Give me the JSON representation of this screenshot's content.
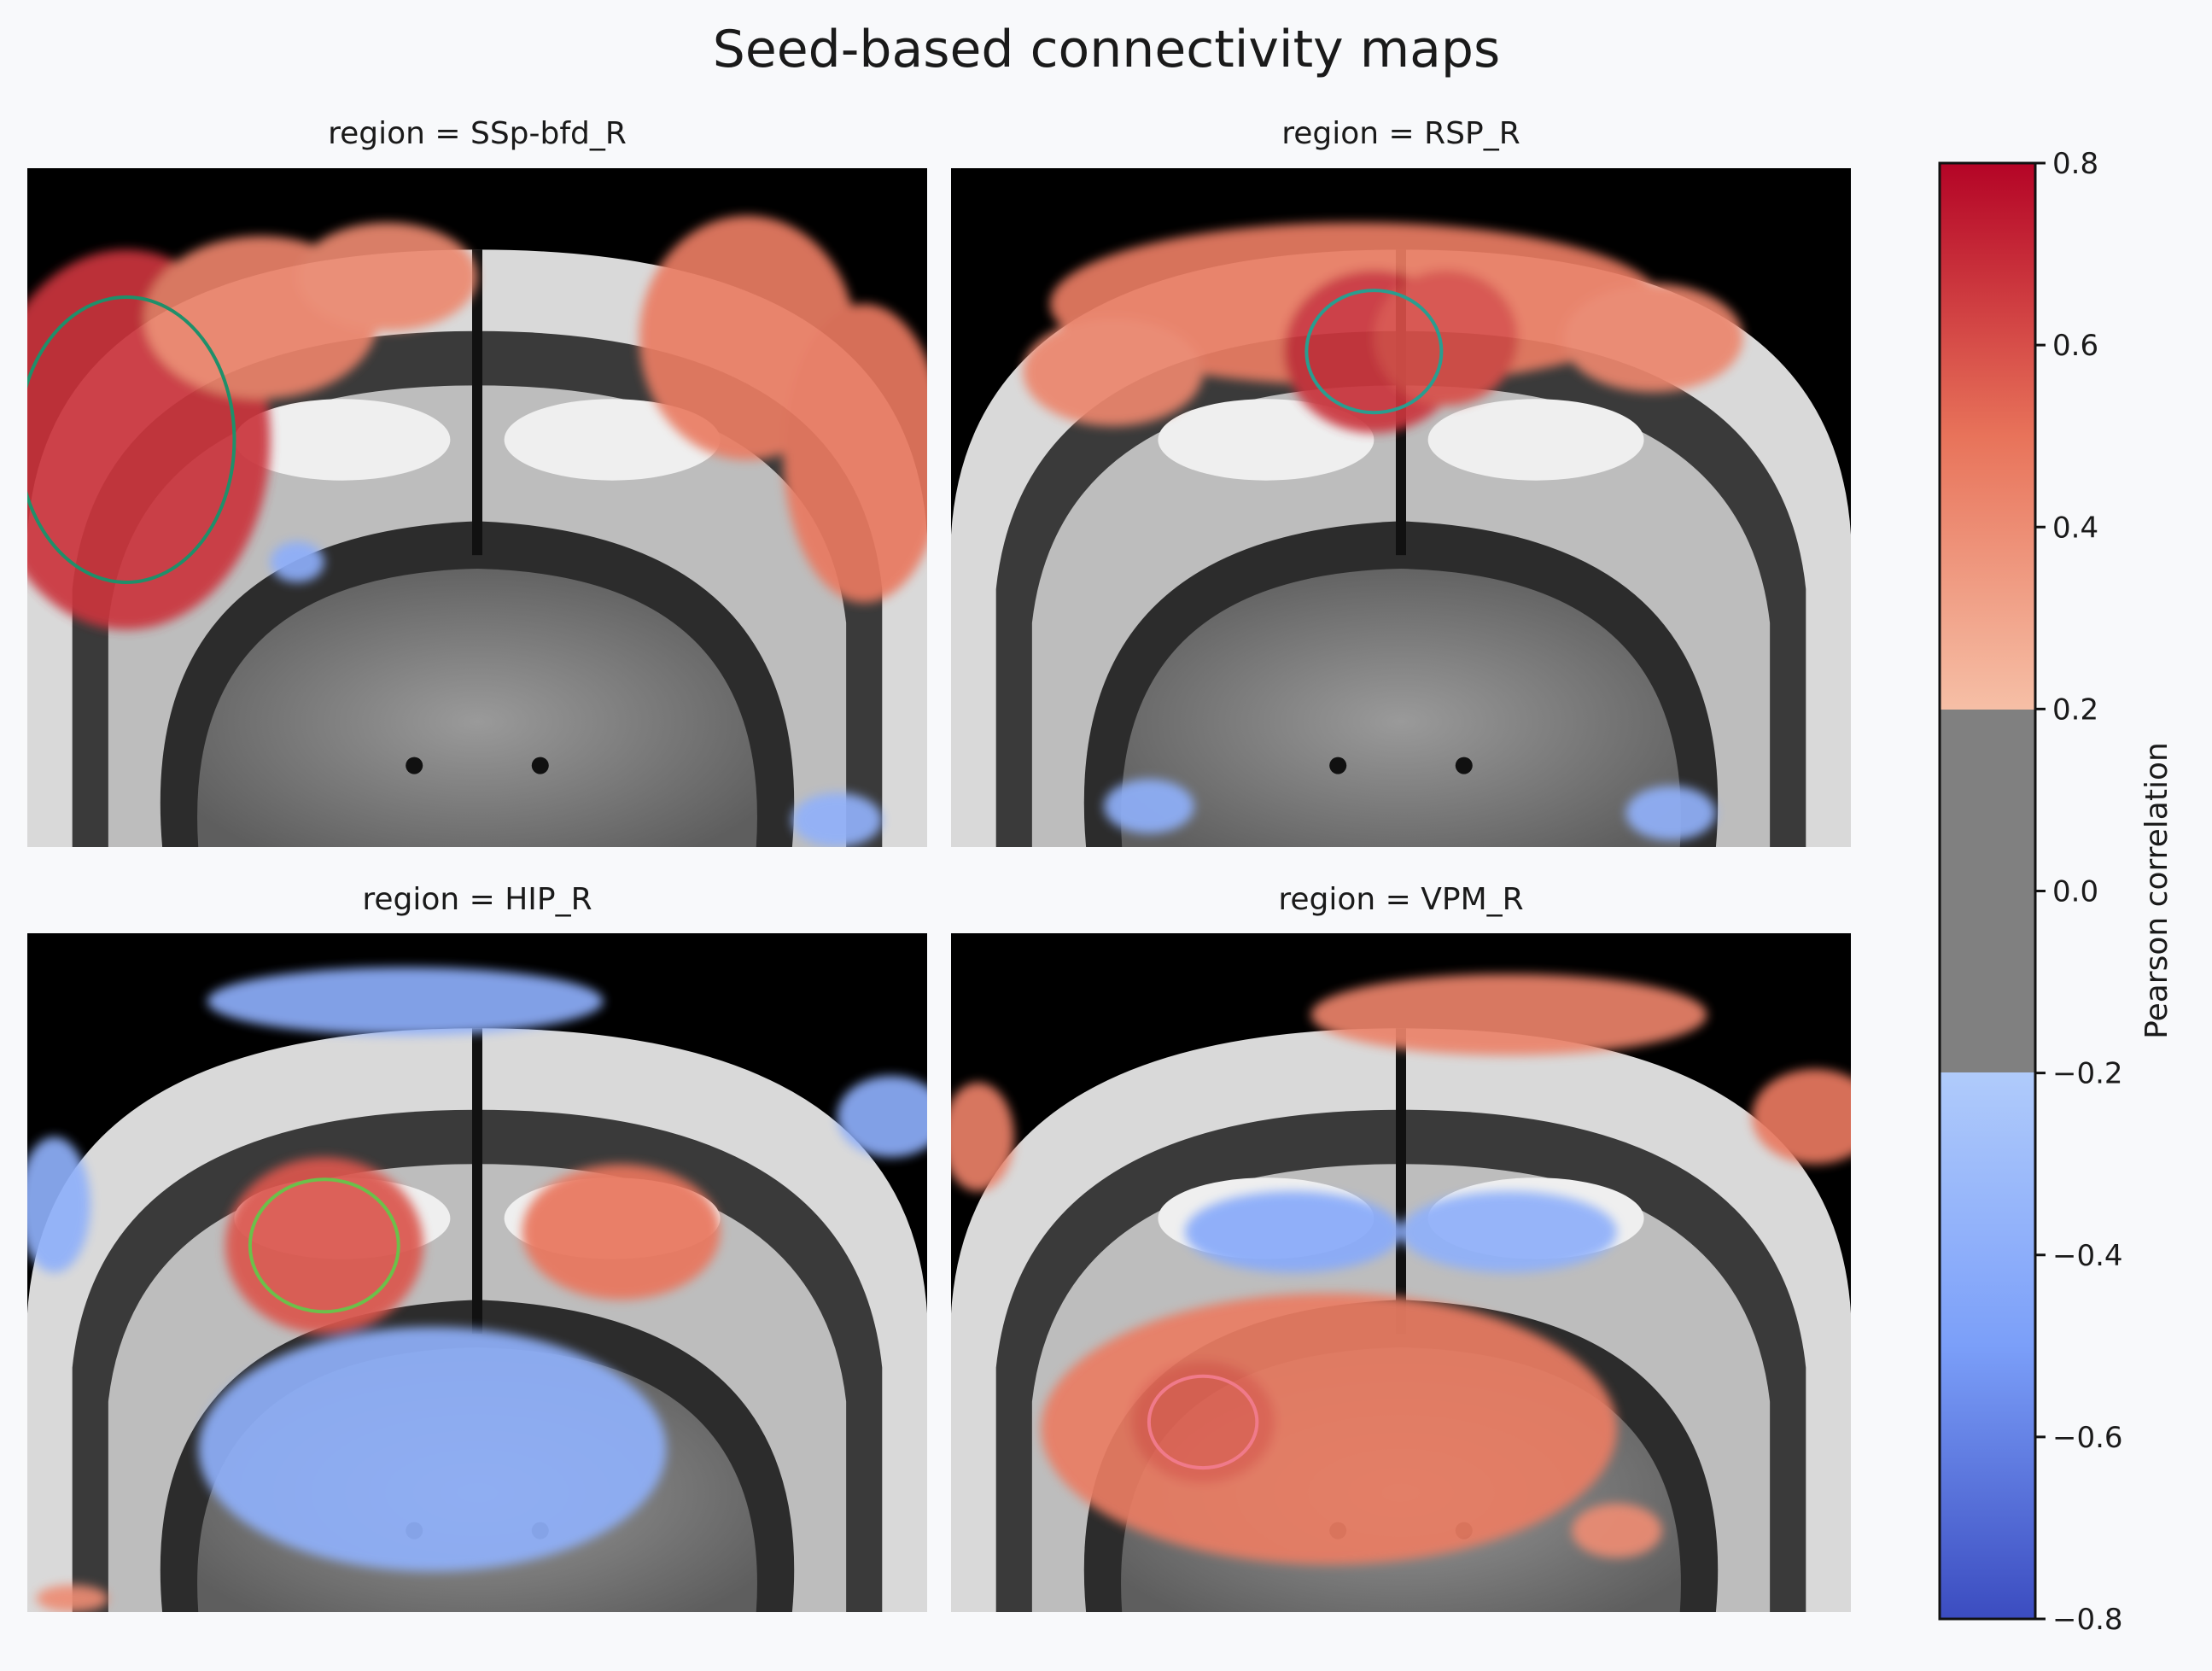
{
  "chart_data": {
    "type": "heatmap",
    "title": "Seed-based connectivity maps",
    "panels": [
      {
        "title": "region = SSp-bfd_R",
        "seed_color": "#1f8f6a",
        "blobs": [
          {
            "cx": 0.11,
            "cy": 0.4,
            "rx": 0.16,
            "ry": 0.28,
            "value": 0.66
          },
          {
            "cx": 0.26,
            "cy": 0.22,
            "rx": 0.13,
            "ry": 0.12,
            "value": 0.38
          },
          {
            "cx": 0.4,
            "cy": 0.16,
            "rx": 0.1,
            "ry": 0.08,
            "value": 0.34
          },
          {
            "cx": 0.8,
            "cy": 0.25,
            "rx": 0.12,
            "ry": 0.18,
            "value": 0.42
          },
          {
            "cx": 0.93,
            "cy": 0.42,
            "rx": 0.09,
            "ry": 0.22,
            "value": 0.44
          },
          {
            "cx": 0.3,
            "cy": 0.58,
            "rx": 0.03,
            "ry": 0.03,
            "value": -0.32
          },
          {
            "cx": 0.9,
            "cy": 0.96,
            "rx": 0.05,
            "ry": 0.04,
            "value": -0.28
          }
        ]
      },
      {
        "title": "region = RSP_R",
        "seed_color": "#2a9d8f",
        "blobs": [
          {
            "cx": 0.45,
            "cy": 0.2,
            "rx": 0.34,
            "ry": 0.12,
            "value": 0.42
          },
          {
            "cx": 0.47,
            "cy": 0.27,
            "rx": 0.1,
            "ry": 0.12,
            "value": 0.66
          },
          {
            "cx": 0.55,
            "cy": 0.25,
            "rx": 0.08,
            "ry": 0.1,
            "value": 0.58
          },
          {
            "cx": 0.18,
            "cy": 0.3,
            "rx": 0.1,
            "ry": 0.08,
            "value": 0.36
          },
          {
            "cx": 0.78,
            "cy": 0.25,
            "rx": 0.1,
            "ry": 0.08,
            "value": 0.36
          },
          {
            "cx": 0.22,
            "cy": 0.94,
            "rx": 0.05,
            "ry": 0.04,
            "value": -0.3
          },
          {
            "cx": 0.8,
            "cy": 0.95,
            "rx": 0.05,
            "ry": 0.04,
            "value": -0.28
          }
        ]
      },
      {
        "title": "region = HIP_R",
        "seed_color": "#6cc04a",
        "blobs": [
          {
            "cx": 0.42,
            "cy": 0.1,
            "rx": 0.22,
            "ry": 0.05,
            "value": -0.32
          },
          {
            "cx": 0.33,
            "cy": 0.46,
            "rx": 0.11,
            "ry": 0.13,
            "value": 0.56
          },
          {
            "cx": 0.66,
            "cy": 0.44,
            "rx": 0.11,
            "ry": 0.1,
            "value": 0.46
          },
          {
            "cx": 0.45,
            "cy": 0.76,
            "rx": 0.26,
            "ry": 0.18,
            "value": -0.3
          },
          {
            "cx": 0.96,
            "cy": 0.27,
            "rx": 0.06,
            "ry": 0.06,
            "value": -0.32
          },
          {
            "cx": 0.03,
            "cy": 0.4,
            "rx": 0.04,
            "ry": 0.1,
            "value": -0.3
          },
          {
            "cx": 0.05,
            "cy": 0.98,
            "rx": 0.04,
            "ry": 0.02,
            "value": 0.32
          }
        ]
      },
      {
        "title": "region = VPM_R",
        "seed_color": "#f07a8a",
        "blobs": [
          {
            "cx": 0.62,
            "cy": 0.12,
            "rx": 0.22,
            "ry": 0.06,
            "value": 0.38
          },
          {
            "cx": 0.96,
            "cy": 0.27,
            "rx": 0.07,
            "ry": 0.07,
            "value": 0.44
          },
          {
            "cx": 0.03,
            "cy": 0.3,
            "rx": 0.04,
            "ry": 0.08,
            "value": 0.4
          },
          {
            "cx": 0.38,
            "cy": 0.44,
            "rx": 0.12,
            "ry": 0.06,
            "value": -0.36
          },
          {
            "cx": 0.62,
            "cy": 0.44,
            "rx": 0.12,
            "ry": 0.06,
            "value": -0.3
          },
          {
            "cx": 0.42,
            "cy": 0.73,
            "rx": 0.32,
            "ry": 0.2,
            "value": 0.42
          },
          {
            "cx": 0.28,
            "cy": 0.72,
            "rx": 0.08,
            "ry": 0.09,
            "value": 0.52
          },
          {
            "cx": 0.74,
            "cy": 0.88,
            "rx": 0.05,
            "ry": 0.04,
            "value": 0.32
          }
        ]
      }
    ],
    "colorbar": {
      "label": "Pearson correlation",
      "vmin": -0.8,
      "vmax": 0.8,
      "ticks": [
        0.8,
        0.6,
        0.4,
        0.2,
        0.0,
        -0.2,
        -0.4,
        -0.6,
        -0.8
      ],
      "tick_labels": [
        "0.8",
        "0.6",
        "0.4",
        "0.2",
        "0.0",
        "−0.2",
        "−0.4",
        "−0.6",
        "−0.8"
      ],
      "threshold": [
        -0.2,
        0.2
      ],
      "threshold_color": "#808080"
    }
  }
}
